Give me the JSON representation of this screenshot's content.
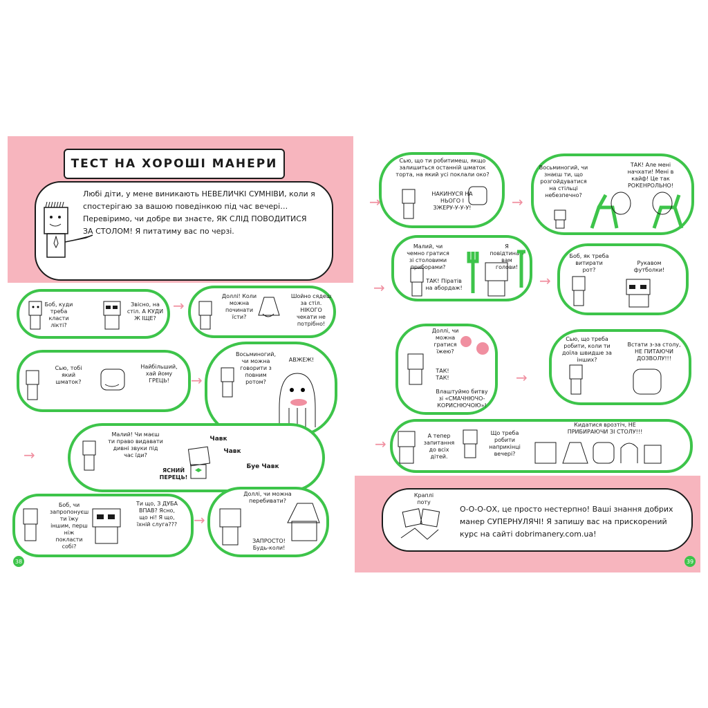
{
  "title": "ТЕСТ НА ХОРОШІ МАНЕРИ",
  "intro": "Любі діти, у мене виникають НЕВЕЛИЧКІ СУМНІВИ, коли я спостерігаю за вашою поведінкою під час вечері… Перевіримо, чи добре ви знаєте, ЯК СЛІД ПОВОДИТИСЯ ЗА СТОЛОМ! Я питатиму вас по черзі.",
  "left_panels": {
    "p1_q": "Боб, куди треба класти лікті?",
    "p1_a": "Звісно, на стіл. А КУДИ Ж ІЩЕ?",
    "p2_q": "Доллі! Коли можна починати їсти?",
    "p2_a": "Шойно сядеш за стіл. НІКОГО чекати не потрібно!",
    "p3_q": "Сью, тобі який шматок?",
    "p3_a": "Найбільший, хай йому ГРЕЦЬ!",
    "p4_q": "Восьминогий, чи можна говорити з повним ротом?",
    "p4_a": "АВЖЕЖ!",
    "p5_q": "Малий! Чи маєш ти право видавати дивні звуки під час їди?",
    "p5_a": "ЯСНИЙ ПЕРЕЦЬ!",
    "p5_s1": "Чавк",
    "p5_s2": "Чавк",
    "p5_s3": "Буе Чавк",
    "p6_q": "Боб, чи запропонуєш ти їжу іншим, перш ніж покласти собі?",
    "p6_a": "Ти що, З ДУБА ВПАВ? Ясно, що ні! Я що, їхній слуга???",
    "p7_q": "Доллі, чи можна перебивати?",
    "p7_a": "ЗАПРОСТО! Будь-коли!"
  },
  "right_panels": {
    "r1_q": "Сью, що ти робитимеш, якщо залишиться останній шматок торта, на який усі поклали око?",
    "r1_a": "НАКИНУСЯ НА НЬОГО І ЗЖЕРУ-У-У-У!",
    "r2_q": "Восьминогий, чи знаєш ти, що розгойдуватися на стільці небезпечно?",
    "r2_a": "ТАК! Але мені начхати! Мені в кайф! Це так РОКЕНРОЛЬНО!",
    "r3_q": "Малий, чи чемно гратися зі столовими приборами?",
    "r3_a1": "ТАК! Піратів на абордаж!",
    "r3_a2": "Я повідтинаю вам голови!",
    "r4_q": "Боб, як треба витирати рот?",
    "r4_a": "Рукавом футболки!",
    "r5_q": "Доллі, чи можна гратися їжею?",
    "r5_a1": "ТАК! ТАК!",
    "r5_a2": "Влаштуймо битву зі «СМАЧНЮЧО-КОРИСНЮЧОЮ»!",
    "r6_q": "Сью, що треба робити, коли ти доїла швидше за інших?",
    "r6_a": "Встати з-за столу, НЕ ПИТАЮЧИ ДОЗВОЛУ!!!",
    "r7_q1": "А тепер запитання до всіх дітей.",
    "r7_q2": "Що треба робити наприкінці вечері?",
    "r7_a": "Кидатися врозтіч, НЕ ПРИБИРАЮЧИ ЗІ СТОЛУ!!!"
  },
  "final": {
    "label": "Краплі поту",
    "text": "О-О-О-ОХ, це просто нестерпно! Ваші знання добрих манер СУПЕРНУЛЯЧІ! Я запишу вас на прискорений курс на сайті dobrimanery.com.ua!"
  },
  "page_numbers": {
    "left": "38",
    "right": "39"
  },
  "colors": {
    "pink": "#f7b5be",
    "green": "#3dc44a",
    "arrow": "#f08fa0"
  }
}
